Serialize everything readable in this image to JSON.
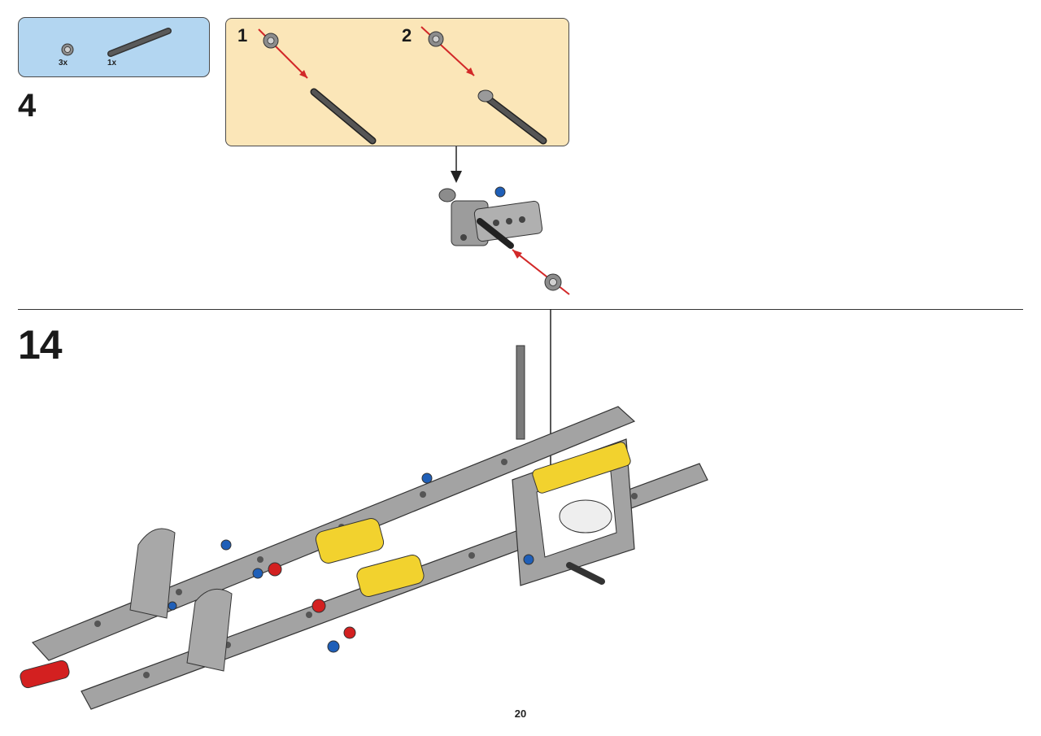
{
  "parts_list": {
    "items": [
      {
        "name": "bush-icon",
        "quantity": "3x"
      },
      {
        "name": "axle-icon",
        "quantity": "1x"
      }
    ]
  },
  "steps": {
    "sub_step_number": "4",
    "main_step_number": "14"
  },
  "sub_assembly": {
    "sub_steps": [
      {
        "label": "1"
      },
      {
        "label": "2"
      }
    ]
  },
  "colors": {
    "part_list_bg": "#b3d6f1",
    "sub_assembly_bg": "#fbe6b8",
    "beam_gray": "#9a9a9a",
    "yellow": "#f2d22e",
    "red": "#d32020",
    "blue": "#1f5fb8",
    "arrow_red": "#d22828"
  },
  "footer": {
    "page_number": "20"
  }
}
